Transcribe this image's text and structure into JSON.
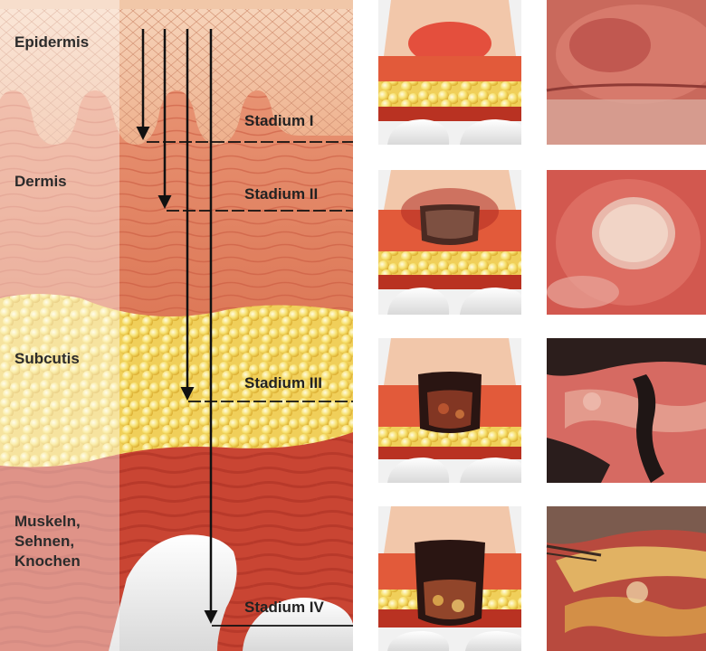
{
  "layers": {
    "epidermis": "Epidermis",
    "dermis": "Dermis",
    "subcutis": "Subcutis",
    "muscle": "Muskeln,\nSehnen,\nKnochen"
  },
  "stages": [
    {
      "label": "Stadium I"
    },
    {
      "label": "Stadium II"
    },
    {
      "label": "Stadium III"
    },
    {
      "label": "Stadium IV"
    }
  ],
  "colors": {
    "epidermis": "#f3c7a6",
    "dermis": "#e48a68",
    "fat": "#f6d860",
    "muscle": "#c94533",
    "bone": "#f4f4f4",
    "arrow": "#111111"
  }
}
